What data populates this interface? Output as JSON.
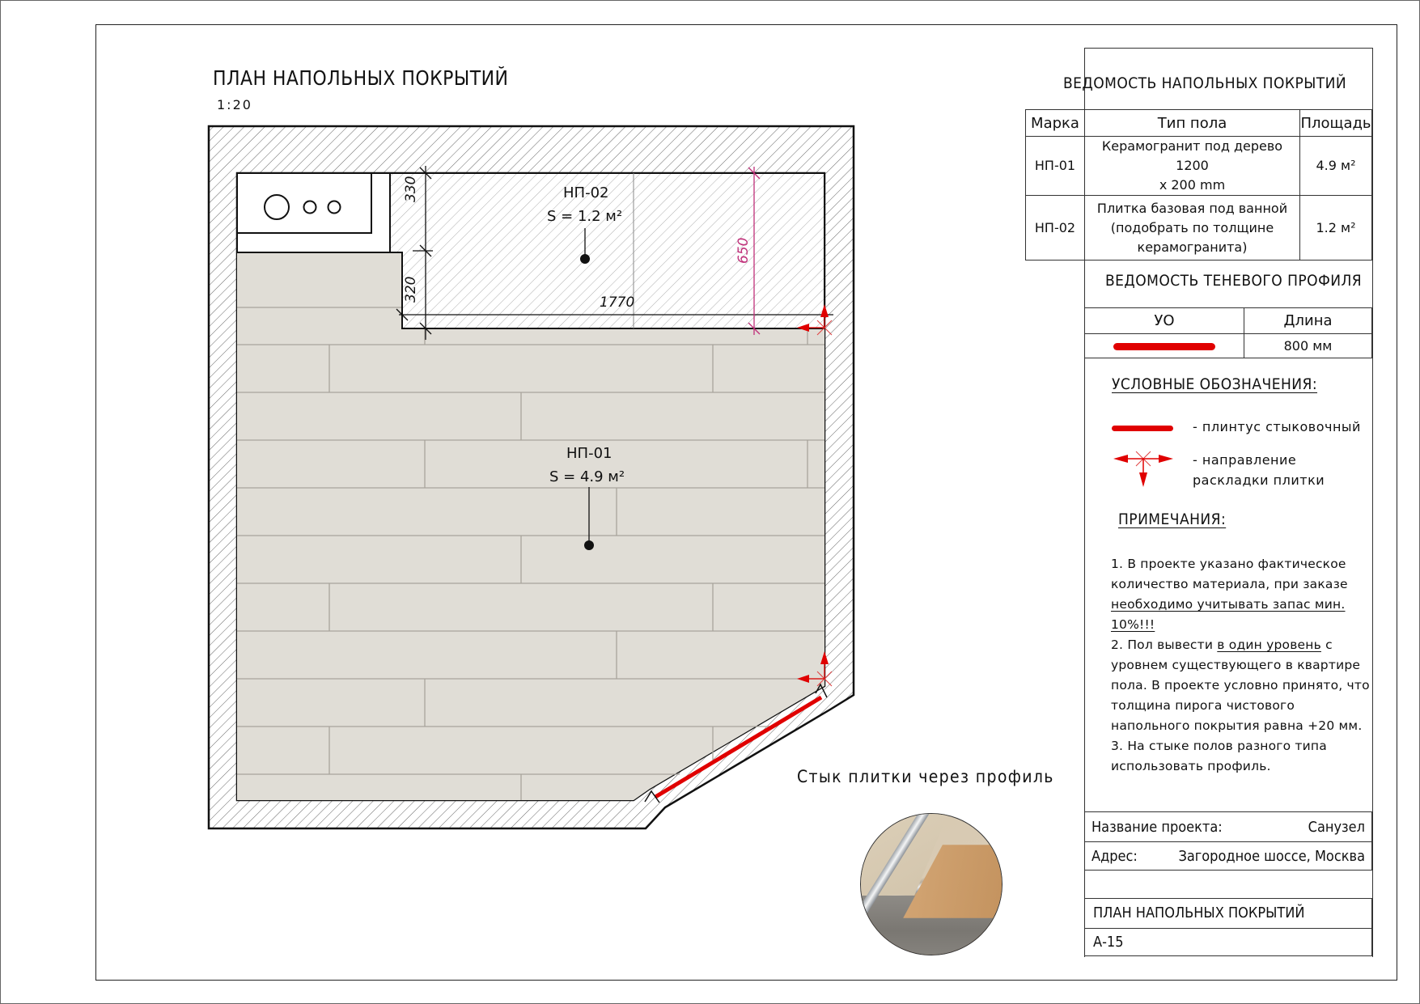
{
  "drawing": {
    "title": "ПЛАН НАПОЛЬНЫХ ПОКРЫТИЙ",
    "scale": "1:20",
    "zones": [
      {
        "mark": "НП-01",
        "area": "S = 4.9 м²"
      },
      {
        "mark": "НП-02",
        "area": "S = 1.2 м²"
      }
    ],
    "dimensions": {
      "d330": "330",
      "d320": "320",
      "d1770": "1770",
      "d650": "650"
    },
    "caption": "Стык плитки через профиль",
    "colors": {
      "wall_hatch": "#333333",
      "wood": "#e0ddd6",
      "joint": "#a8a49c",
      "profile_red": "#e00000",
      "dimension_magenta": "#c0307a"
    }
  },
  "floor_schedule": {
    "title": "ВЕДОМОСТЬ НАПОЛЬНЫХ ПОКРЫТИЙ",
    "headers": [
      "Марка",
      "Тип пола",
      "Площадь"
    ],
    "rows": [
      {
        "mark": "НП-01",
        "type_line1": "Керамогранит под дерево 1200",
        "type_line2": "x 200 mm",
        "area": "4.9 м²"
      },
      {
        "mark": "НП-02",
        "type_line1": "Плитка базовая под ванной",
        "type_line2": "(подобрать по толщине",
        "type_line3": "керамогранита)",
        "area": "1.2 м²"
      }
    ]
  },
  "profile_schedule": {
    "title": "ВЕДОМОСТЬ ТЕНЕВОГО ПРОФИЛЯ",
    "headers": [
      "УО",
      "Длина"
    ],
    "rows": [
      {
        "symbol": "red-line",
        "length": "800 мм"
      }
    ]
  },
  "legend": {
    "title": "УСЛОВНЫЕ ОБОЗНАЧЕНИЯ:",
    "items": [
      {
        "symbol": "red-line-icon",
        "label": "- плинтус стыковочный"
      },
      {
        "symbol": "layout-direction-arrows-icon",
        "label": "- направление раскладки плитки"
      }
    ]
  },
  "notes": {
    "title": "ПРИМЕЧАНИЯ:",
    "n1_a": "1. В проекте указано фактическое количество материала, при заказе ",
    "n1_u": "необходимо учитывать запас мин. 10%!!!",
    "n2_a": "2. Пол вывести ",
    "n2_u": "в один уровень",
    "n2_b": " с уровнем существующего в квартире пола. В проекте условно принято, что толщина пирога чистового напольного покрытия равна +20 мм.",
    "n3": "3. На стыке полов разного типа использовать профиль."
  },
  "project_info": {
    "name_label": "Название проекта:",
    "name_value": "Санузел",
    "address_label": "Адрес:",
    "address_value": "Загородное шоссе, Москва"
  },
  "sheet": {
    "title": "ПЛАН НАПОЛЬНЫХ ПОКРЫТИЙ",
    "number": "А-15"
  }
}
